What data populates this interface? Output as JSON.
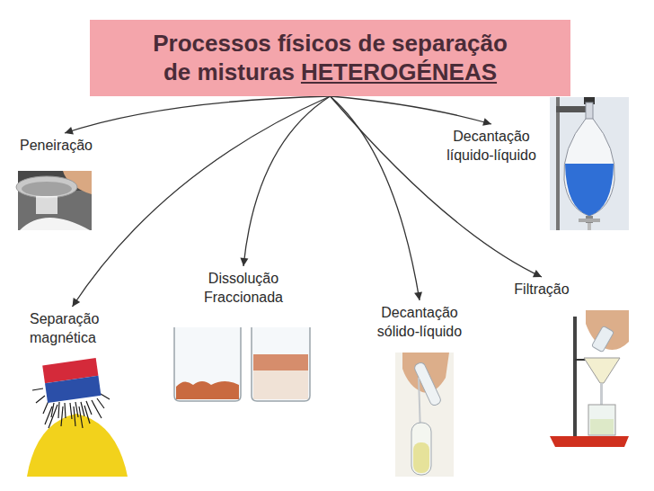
{
  "diagram": {
    "nodes": [
      {
        "text": [
          "Processos físicos de separação de misturas",
          "HETEROGÉNEAS"
        ]
      },
      {
        "text": [
          "Peneiração"
        ]
      },
      {
        "text": [
          "Separação magnética"
        ]
      },
      {
        "text": [
          "Dissolução Fraccionada"
        ]
      },
      {
        "text": [
          "Decantação sólido-líquido"
        ]
      },
      {
        "text": [
          "Filtração"
        ]
      },
      {
        "text": [
          "Decantação líquido-líquido"
        ]
      }
    ],
    "edges": [
      {
        "from": 0,
        "to": 1,
        "arrow": "to"
      },
      {
        "from": 0,
        "to": 2,
        "arrow": "to"
      },
      {
        "from": 0,
        "to": 3,
        "arrow": "to"
      },
      {
        "from": 0,
        "to": 4,
        "arrow": "to"
      },
      {
        "from": 0,
        "to": 5,
        "arrow": "to"
      },
      {
        "from": 0,
        "to": 6,
        "arrow": "to"
      }
    ]
  }
}
